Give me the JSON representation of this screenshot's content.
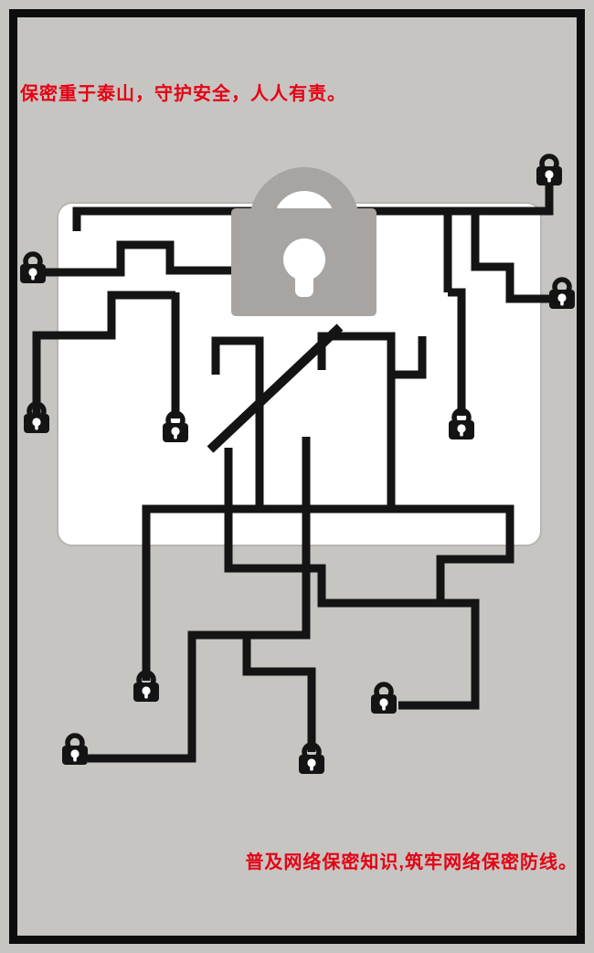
{
  "poster": {
    "top_slogan": "保密重于泰山，守护安全，人人有责。",
    "bottom_slogan": "普及网络保密知识,筑牢网络保密防线。",
    "colors": {
      "background": "#c7c5c2",
      "frame": "#0d0d0d",
      "slogan_red": "#e60012",
      "wire": "#141414",
      "lock_gray": "#a7a4a2",
      "panel_white": "#ffffff"
    },
    "artwork": {
      "main_icon": "padlock-icon",
      "small_lock_icon": "padlock-icon",
      "small_lock_count": 10
    }
  }
}
